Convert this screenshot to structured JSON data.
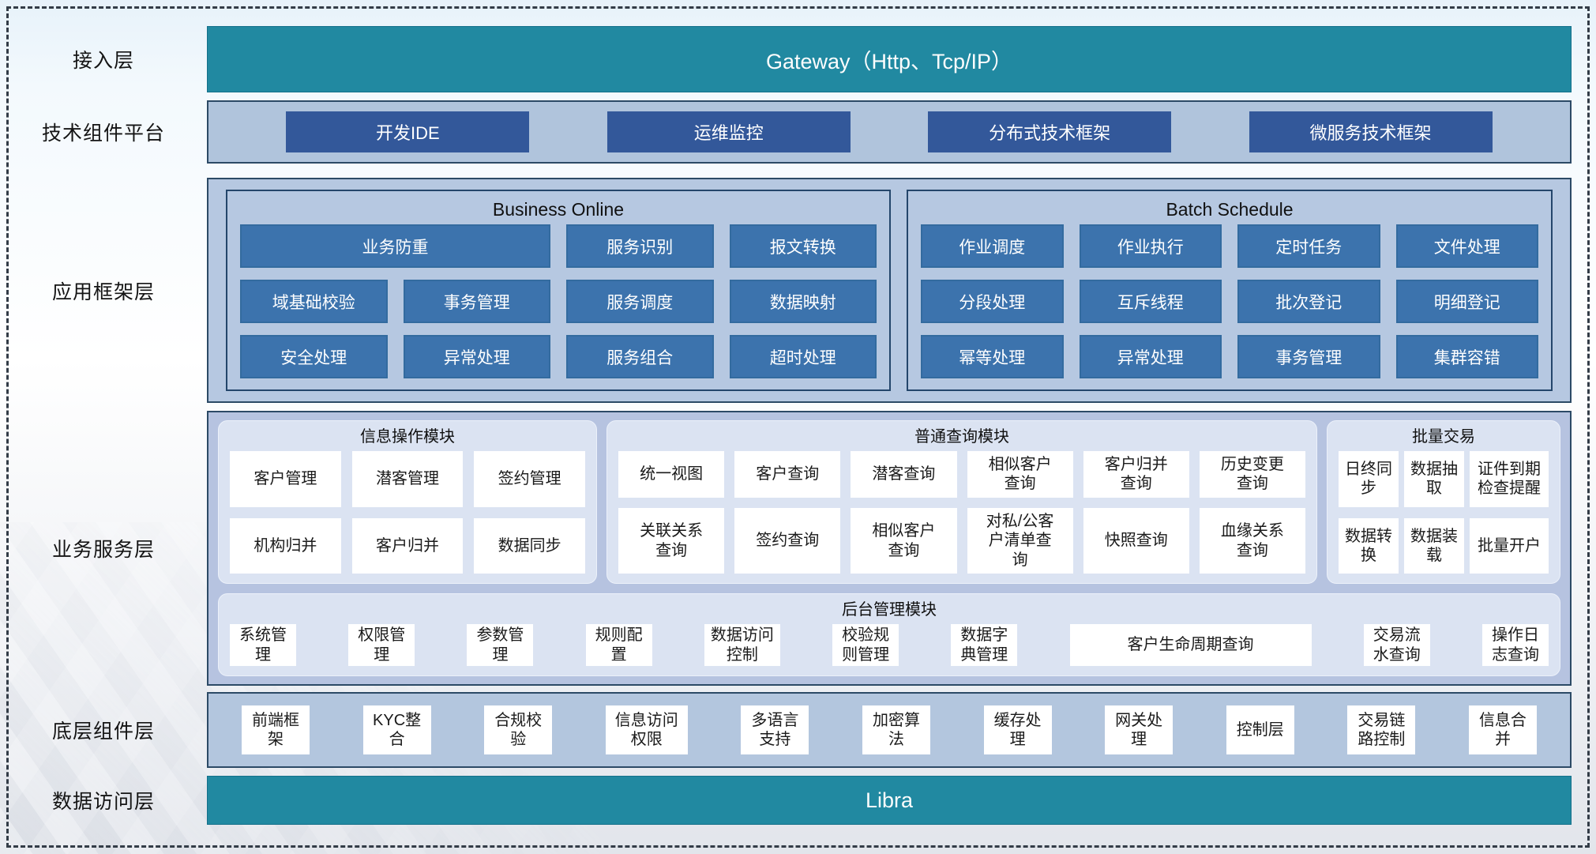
{
  "layers": {
    "access": {
      "label": "接入层",
      "bar": "Gateway（Http、Tcp/IP）"
    },
    "tech": {
      "label": "技术组件平台",
      "items": [
        "开发IDE",
        "运维监控",
        "分布式技术框架",
        "微服务技术框架"
      ]
    },
    "app_framework": {
      "label": "应用框架层",
      "business_online": {
        "title": "Business Online",
        "row1_wide": "业务防重",
        "row1": [
          "服务识别",
          "报文转换"
        ],
        "row2": [
          "域基础校验",
          "事务管理",
          "服务调度",
          "数据映射"
        ],
        "row3": [
          "安全处理",
          "异常处理",
          "服务组合",
          "超时处理"
        ]
      },
      "batch_schedule": {
        "title": "Batch Schedule",
        "row1": [
          "作业调度",
          "作业执行",
          "定时任务",
          "文件处理"
        ],
        "row2": [
          "分段处理",
          "互斥线程",
          "批次登记",
          "明细登记"
        ],
        "row3": [
          "幂等处理",
          "异常处理",
          "事务管理",
          "集群容错"
        ]
      }
    },
    "business_service": {
      "label": "业务服务层",
      "info_module": {
        "title": "信息操作模块",
        "row1": [
          "客户管理",
          "潜客管理",
          "签约管理"
        ],
        "row2": [
          "机构归并",
          "客户归并",
          "数据同步"
        ]
      },
      "query_module": {
        "title": "普通查询模块",
        "row1": [
          "统一视图",
          "客户查询",
          "潜客查询",
          "相似客户查询",
          "客户归并查询",
          "历史变更查询"
        ],
        "row2": [
          "关联关系查询",
          "签约查询",
          "相似客户查询",
          "对私/公客户清单查询",
          "快照查询",
          "血缘关系查询"
        ]
      },
      "batch_module": {
        "title": "批量交易",
        "row1": [
          "日终同步",
          "数据抽取",
          "证件到期检查提醒"
        ],
        "row2": [
          "数据转换",
          "数据装载",
          "批量开户"
        ]
      },
      "admin_module": {
        "title": "后台管理模块",
        "items": [
          "系统管理",
          "权限管理",
          "参数管理",
          "规则配置",
          "数据访问控制",
          "校验规则管理",
          "数据字典管理",
          "客户生命周期查询",
          "交易流水查询",
          "操作日志查询"
        ]
      }
    },
    "base_components": {
      "label": "底层组件层",
      "items": [
        "前端框架",
        "KYC整合",
        "合规校验",
        "信息访问权限",
        "多语言支持",
        "加密算法",
        "缓存处理",
        "网关处理",
        "控制层",
        "交易链路控制",
        "信息合并"
      ]
    },
    "data_access": {
      "label": "数据访问层",
      "bar": "Libra"
    }
  },
  "colors": {
    "teal": "#2189a1",
    "navy_button": "#33589a",
    "blue_button": "#3c73ad",
    "panel_blue": "#b6c8e1",
    "module_light": "#dbe3f2",
    "border_navy": "#2c4a66"
  }
}
